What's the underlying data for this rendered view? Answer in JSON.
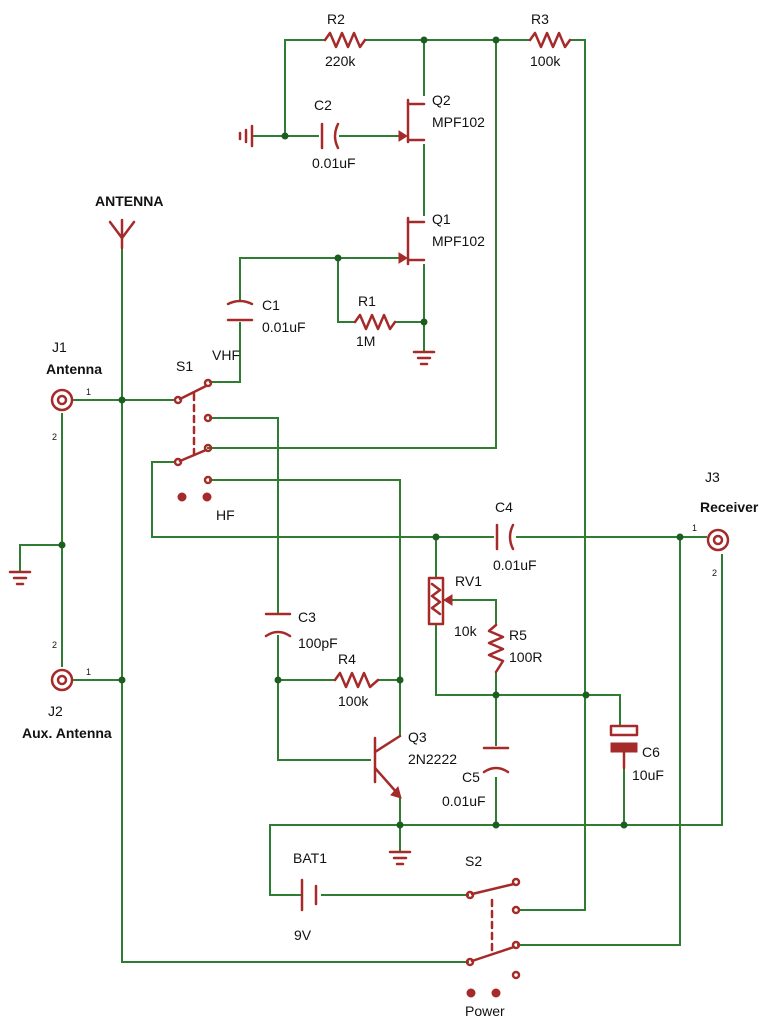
{
  "labels": {
    "r2_ref": "R2",
    "r2_val": "220k",
    "r3_ref": "R3",
    "r3_val": "100k",
    "c2_ref": "C2",
    "c2_val": "0.01uF",
    "q2_ref": "Q2",
    "q2_val": "MPF102",
    "q1_ref": "Q1",
    "q1_val": "MPF102",
    "antenna": "ANTENNA",
    "c1_ref": "C1",
    "c1_val": "0.01uF",
    "vhf": "VHF",
    "r1_ref": "R1",
    "r1_val": "1M",
    "j1_ref": "J1",
    "j1_name": "Antenna",
    "s1_ref": "S1",
    "hf": "HF",
    "j3_ref": "J3",
    "j3_name": "Receiver",
    "c4_ref": "C4",
    "c4_val": "0.01uF",
    "rv1_ref": "RV1",
    "rv1_val": "10k",
    "r5_ref": "R5",
    "r5_val": "100R",
    "c3_ref": "C3",
    "c3_val": "100pF",
    "r4_ref": "R4",
    "r4_val": "100k",
    "j2_ref": "J2",
    "j2_name": "Aux. Antenna",
    "q3_ref": "Q3",
    "q3_val": "2N2222",
    "c5_ref": "C5",
    "c5_val": "0.01uF",
    "c6_ref": "C6",
    "c6_val": "10uF",
    "bat1_ref": "BAT1",
    "bat1_val": "9V",
    "s2_ref": "S2",
    "s2_name": "Power"
  },
  "pins": {
    "one": "1",
    "two": "2"
  },
  "colors": {
    "wire": "#2e7d32",
    "component": "#a52a2a",
    "junction": "#1b5e20",
    "text": "#111111"
  }
}
